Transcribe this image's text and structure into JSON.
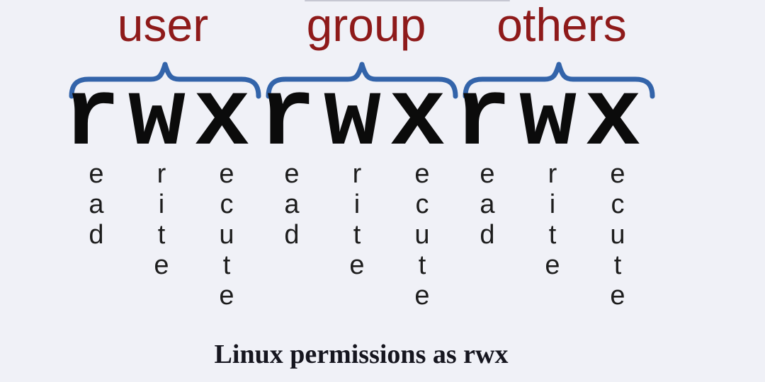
{
  "title_caption": "Linux permissions as rwx",
  "permission_string": "rwxrwxrwx",
  "groups": [
    {
      "label": "user"
    },
    {
      "label": "group"
    },
    {
      "label": "others"
    }
  ],
  "permission_letters": [
    "r",
    "w",
    "x"
  ],
  "permission_words": [
    "read",
    "write",
    "execute"
  ],
  "expansion_columns": [
    [
      "e",
      "a",
      "d"
    ],
    [
      "r",
      "i",
      "t",
      "e"
    ],
    [
      "e",
      "c",
      "u",
      "t",
      "e"
    ],
    [
      "e",
      "a",
      "d"
    ],
    [
      "r",
      "i",
      "t",
      "e"
    ],
    [
      "e",
      "c",
      "u",
      "t",
      "e"
    ],
    [
      "e",
      "a",
      "d"
    ],
    [
      "r",
      "i",
      "t",
      "e"
    ],
    [
      "e",
      "c",
      "u",
      "t",
      "e"
    ]
  ],
  "colors": {
    "background": "#f0f1f7",
    "group_label": "#8e1a1a",
    "brace": "#3364aa",
    "permission_text": "#0b0b0b",
    "expansion_text": "#1d1d1d",
    "caption_text": "#16161f"
  }
}
